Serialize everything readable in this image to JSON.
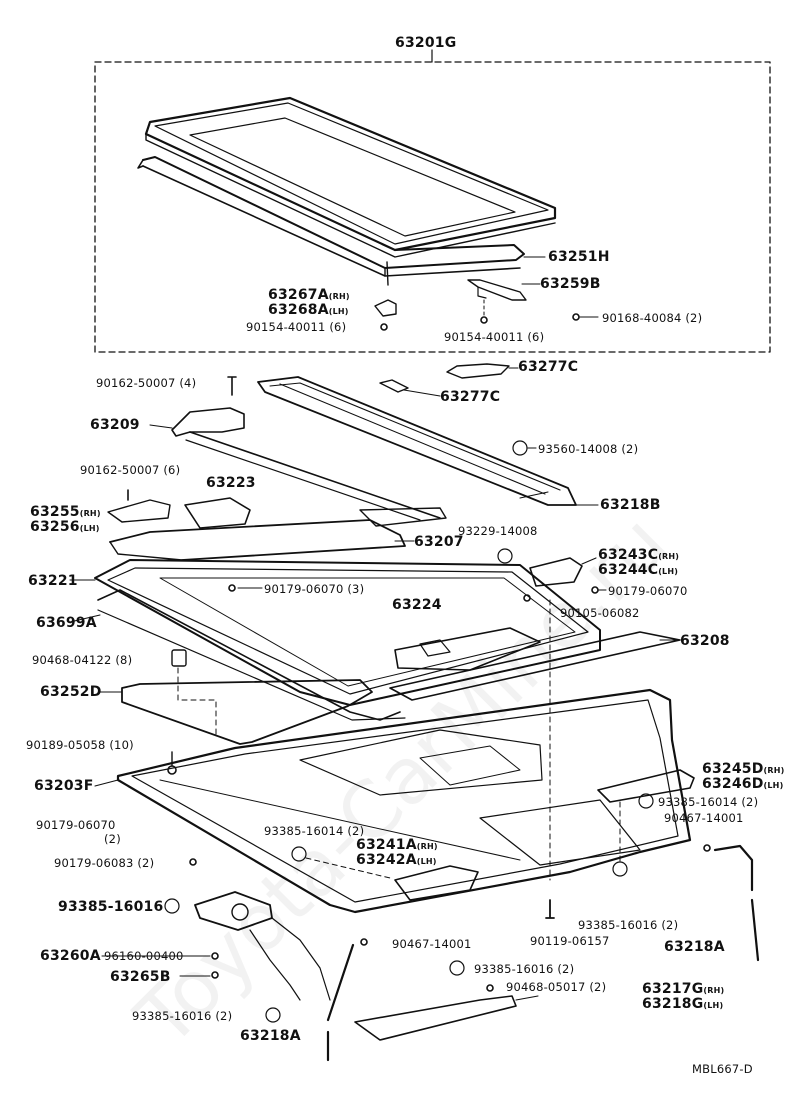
{
  "diagram": {
    "callouts": {
      "c63201G": "63201G",
      "c63251H": "63251H",
      "c63259B": "63259B",
      "c63267A": "63267A",
      "c63267A_suffix": "(RH)",
      "c63268A": "63268A",
      "c63268A_suffix": "(LH)",
      "c90168_40084": "90168-40084  (2)",
      "c90154_40011_6": "90154-40011  (6)",
      "c90154_40011_6b": "90154-40011  (6)",
      "c63277C_a": "63277C",
      "c63277C_b": "63277C",
      "c90162_50007_4": "90162-50007 (4)",
      "c63209": "63209",
      "c93560": "93560-14008 (2)",
      "c90162_50007_6": "90162-50007  (6)",
      "c63223": "63223",
      "c63218B": "63218B",
      "c63255": "63255",
      "c63255_suffix": "(RH)",
      "c63256": "63256",
      "c63256_suffix": "(LH)",
      "c63207": "63207",
      "c93229": "93229-14008",
      "c63243C": "63243C",
      "c63243C_suffix": "(RH)",
      "c63244C": "63244C",
      "c63244C_suffix": "(LH)",
      "c63221": "63221",
      "c90179_06070_3": "90179-06070 (3)",
      "c90179_06070": "90179-06070",
      "c63224": "63224",
      "c90105": "90105-06082",
      "c63699A": "63699A",
      "c63208": "63208",
      "c90468_04122": "90468-04122  (8)",
      "c63252D": "63252D",
      "c90189": "90189-05058  (10)",
      "c63245D": "63245D",
      "c63245D_suffix": "(RH)",
      "c63246D": "63246D",
      "c63246D_suffix": "(LH)",
      "c63203F": "63203F",
      "c93385_16014_2r": "93385-16014  (2)",
      "c90179_06070_2": "90179-06070",
      "c90179_06070_2q": "(2)",
      "c90467_14001_r": "90467-14001",
      "c93385_16014_2c": "93385-16014  (2)",
      "c63241A": "63241A",
      "c63241A_suffix": "(RH)",
      "c63242A": "63242A",
      "c63242A_suffix": "(LH)",
      "c90179_06083": "90179-06083  (2)",
      "c93385_16016_l": "93385-16016",
      "c93385_16016_r": "93385-16016  (2)",
      "c63260A": "63260A",
      "c96160": "96160-00400",
      "c90467_14001_b": "90467-14001",
      "c90119": "90119-06157",
      "c63218A_r": "63218A",
      "c63265B": "63265B",
      "c93385_16016_b": "93385-16016  (2)",
      "c90468_05017": "90468-05017  (2)",
      "c63217G": "63217G",
      "c63217G_suffix": "(RH)",
      "c63218G": "63218G",
      "c63218G_suffix": "(LH)",
      "c93385_16016_bl": "93385-16016  (2)",
      "c63218A_l": "63218A",
      "code": "MBL667-D"
    },
    "watermark": "Toyota-CarMine.ru"
  }
}
